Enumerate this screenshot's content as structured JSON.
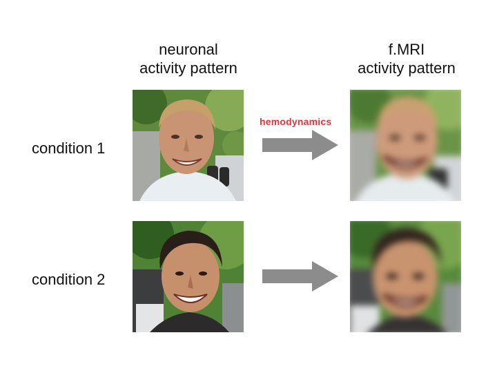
{
  "headers": {
    "neuronal": [
      "neuronal",
      "activity pattern"
    ],
    "fmri": [
      "f.MRI",
      "activity pattern"
    ]
  },
  "conditions": [
    "condition 1",
    "condition 2"
  ],
  "arrow_label": "hemodynamics",
  "colors": {
    "arrow": "#8c8c8c",
    "arrow_label": "#e8333b",
    "foliage": "#4d7f35",
    "skin": "#c89272"
  }
}
